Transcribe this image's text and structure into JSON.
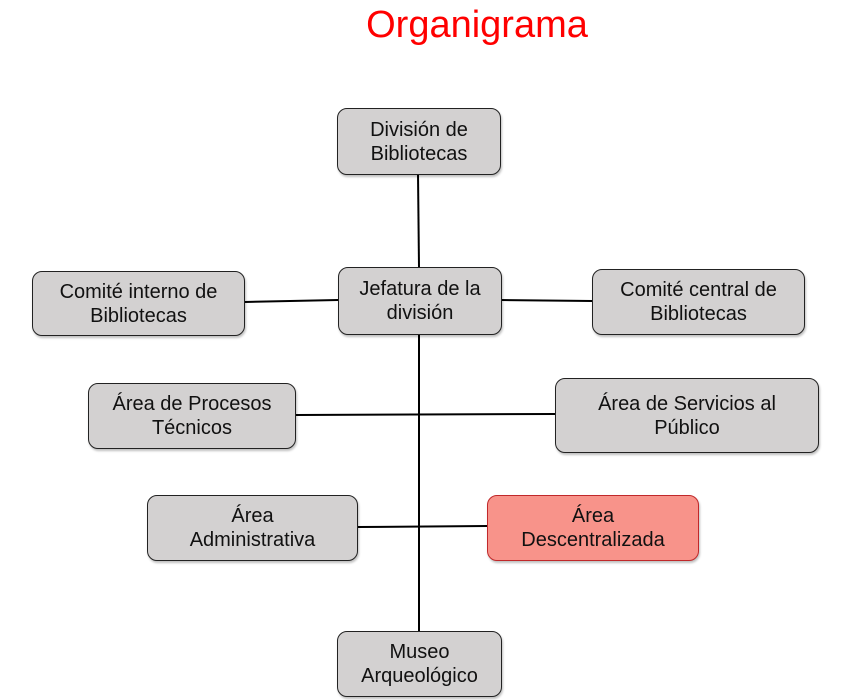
{
  "title": "Organigrama",
  "colors": {
    "title": "#ff0000",
    "node_fill": "#d3d1d1",
    "highlight_fill": "#f8938a"
  },
  "nodes": {
    "division": "División de\nBibliotecas",
    "jefatura": "Jefatura de la\ndivisión",
    "comite_interno": "Comité interno de\nBibliotecas",
    "comite_central": "Comité central de\nBibliotecas",
    "procesos": "Área de Procesos\nTécnicos",
    "servicios": "Área de Servicios al\nPúblico",
    "administrativa": "Área\nAdministrativa",
    "descentralizada": "Área\nDescentralizada",
    "museo": "Museo\nArqueológico"
  }
}
